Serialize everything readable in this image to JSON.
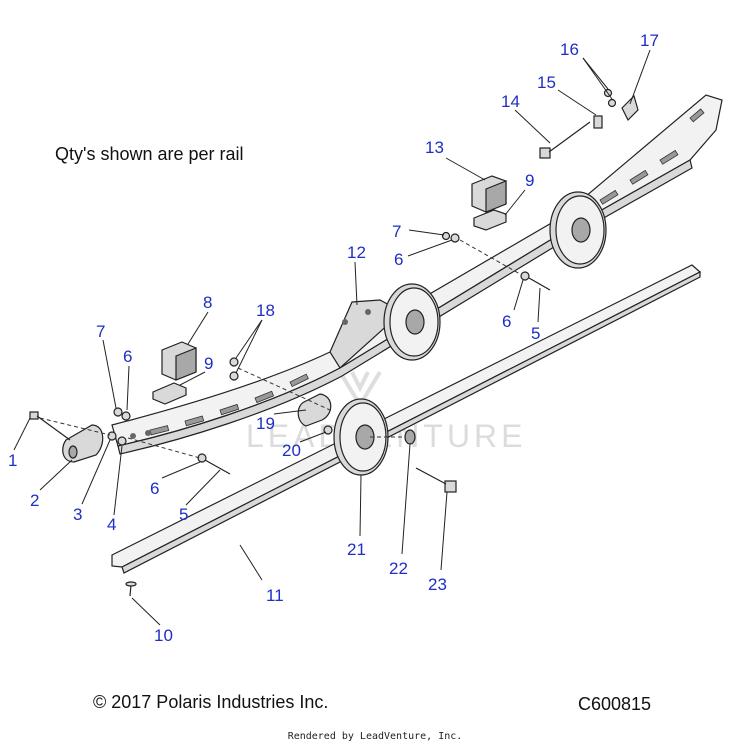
{
  "note": "Qty's shown are per rail",
  "copyright": "© 2017 Polaris Industries Inc.",
  "diagram_code": "C600815",
  "rendered_by": "Rendered by LeadVenture, Inc.",
  "watermark": "LEADVENTURE",
  "callouts": [
    "1",
    "2",
    "3",
    "4",
    "5",
    "6",
    "7",
    "8",
    "9",
    "10",
    "11",
    "12",
    "13",
    "14",
    "15",
    "16",
    "17",
    "18",
    "19",
    "20",
    "21",
    "22",
    "23"
  ]
}
